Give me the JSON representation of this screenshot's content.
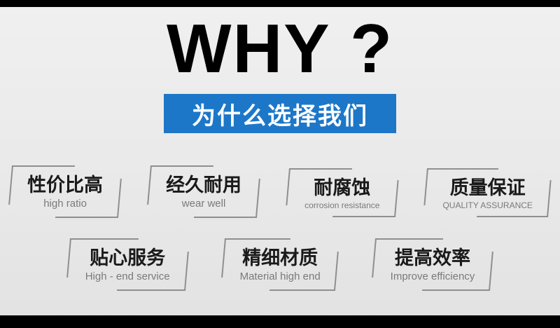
{
  "hero": {
    "title_en": "WHY ?",
    "title_cn": "为什么选择我们"
  },
  "colors": {
    "accent_blue": "#1c77c8",
    "bar_black": "#000000",
    "bracket_gray": "#8f8f8f"
  },
  "features": [
    {
      "cn": "性价比高",
      "en": "high ratio"
    },
    {
      "cn": "经久耐用",
      "en": "wear well"
    },
    {
      "cn": "耐腐蚀",
      "en": "corrosion resistance"
    },
    {
      "cn": "质量保证",
      "en": "QUALITY ASSURANCE"
    },
    {
      "cn": "贴心服务",
      "en": "High - end service"
    },
    {
      "cn": "精细材质",
      "en": "Material high end"
    },
    {
      "cn": "提高效率",
      "en": "Improve efficiency"
    }
  ]
}
